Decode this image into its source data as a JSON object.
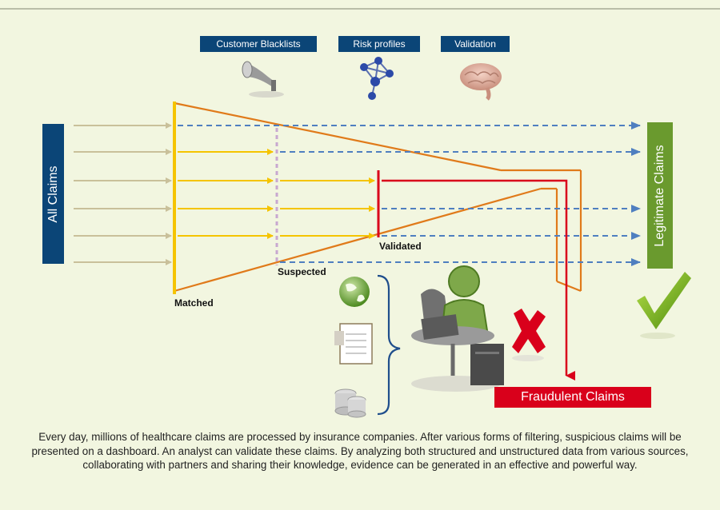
{
  "labels": {
    "customer_blacklists": "Customer Blacklists",
    "risk_profiles": "Risk profiles",
    "validation": "Validation",
    "all_claims": "All Claims",
    "legitimate_claims": "Legitimate Claims",
    "fraudulent_claims": "Fraudulent Claims",
    "matched": "Matched",
    "suspected": "Suspected",
    "validated": "Validated"
  },
  "caption": "Every day, millions of healthcare claims are processed by insurance companies. After various forms of filtering, suspicious claims will be presented on a dashboard. An analyst can validate these claims. By analyzing both structured and unstructured data from various sources, collaborating with partners and sharing their knowledge, evidence can be generated in an effective and powerful way.",
  "colors": {
    "navy": "#0b4577",
    "green": "#6a9a2e",
    "red": "#d9001b",
    "orange": "#e07a1a",
    "yellow": "#f5c400",
    "dashed_blue": "#4f7fc0",
    "input_arrow": "#c9c09a",
    "background": "#f2f6e0"
  },
  "icons": [
    "funnel-icon",
    "network-icon",
    "brain-icon",
    "globe-icon",
    "document-icon",
    "database-icon",
    "analyst-icon",
    "cross-icon",
    "checkmark-icon"
  ]
}
